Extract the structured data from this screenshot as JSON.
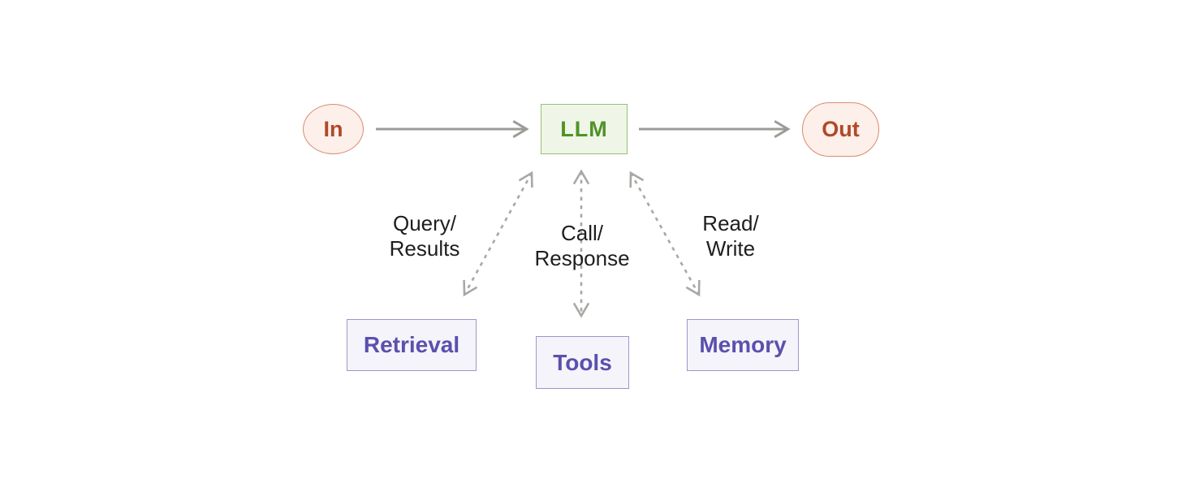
{
  "diagram": {
    "nodes": {
      "in": {
        "label": "In"
      },
      "llm": {
        "label": "LLM"
      },
      "out": {
        "label": "Out"
      },
      "retrieval": {
        "label": "Retrieval"
      },
      "tools": {
        "label": "Tools"
      },
      "memory": {
        "label": "Memory"
      }
    },
    "edges": {
      "in_to_llm": {
        "type": "solid-arrow",
        "from": "In",
        "to": "LLM"
      },
      "llm_to_out": {
        "type": "solid-arrow",
        "from": "LLM",
        "to": "Out"
      },
      "llm_retrieval": {
        "type": "dashed-bidirectional",
        "label_line1": "Query/",
        "label_line2": "Results"
      },
      "llm_tools": {
        "type": "dashed-bidirectional",
        "label_line1": "Call/",
        "label_line2": "Response"
      },
      "llm_memory": {
        "type": "dashed-bidirectional",
        "label_line1": "Read/",
        "label_line2": "Write"
      }
    },
    "colors": {
      "background": "#ffffff",
      "io_fill": "#fdefe9",
      "io_border": "#d98b72",
      "io_text": "#b0492a",
      "llm_fill": "#eff5e7",
      "llm_border": "#98c173",
      "llm_text": "#4f9327",
      "module_fill": "#f5f4fa",
      "module_border": "#9e96cb",
      "module_text": "#5b50ad",
      "solid_arrow": "#9b9b97",
      "dashed_arrow": "#a8a8a4",
      "label_text": "#1e1e1e"
    }
  }
}
